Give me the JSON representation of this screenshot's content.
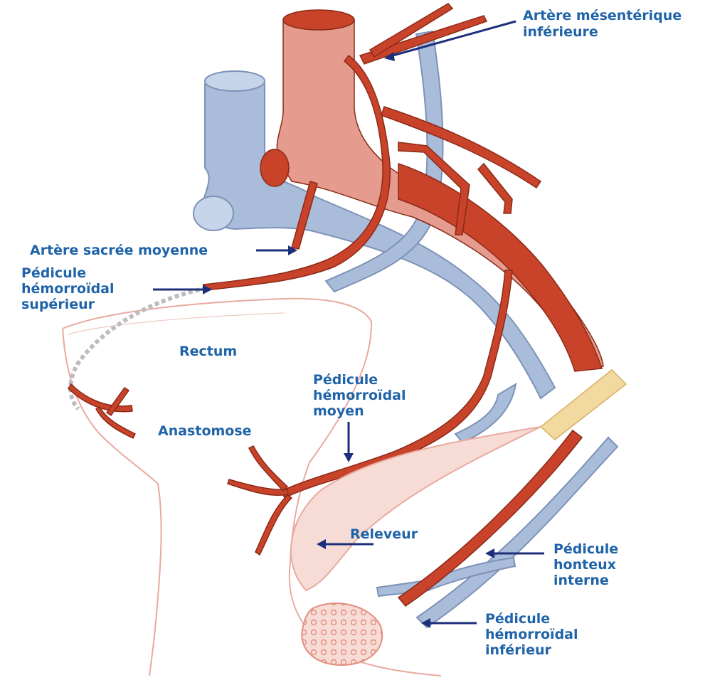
{
  "colors": {
    "artery": "#c8432a",
    "artery_light": "#f4b9b0",
    "artery_pale": "#f7dcd6",
    "vein": "#a9bcd9",
    "vein_dark": "#7d92b8",
    "label": "#1f63a8",
    "arrow": "#1c2f7a",
    "outline": "#e9a9a0",
    "nerve": "#f1d9a0"
  },
  "labels": {
    "art_mesenterique_1": "Artère mésentérique",
    "art_mesenterique_2": "inférieure",
    "art_sacree": "Artère sacrée moyenne",
    "ped_sup_1": "Pédicule",
    "ped_sup_2": "hémorroïdal",
    "ped_sup_3": "supérieur",
    "rectum": "Rectum",
    "anastomose": "Anastomose",
    "ped_moyen_1": "Pédicule",
    "ped_moyen_2": "hémorroïdal",
    "ped_moyen_3": "moyen",
    "releveur": "Releveur",
    "ped_honteux_1": "Pédicule",
    "ped_honteux_2": "honteux",
    "ped_honteux_3": "interne",
    "ped_inf_1": "Pédicule",
    "ped_inf_2": "hémorroïdal",
    "ped_inf_3": "inférieur"
  },
  "icons": [
    "arrow-icon"
  ]
}
